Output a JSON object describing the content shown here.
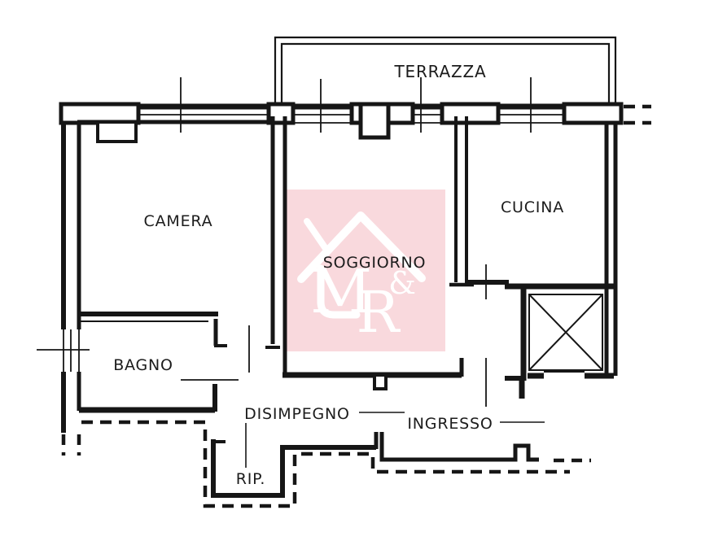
{
  "plan": {
    "type": "apartment-floor-plan",
    "colors": {
      "line": "#161616",
      "background": "#ffffff",
      "watermark_pink": "#f9d9dd",
      "watermark_text": "#ffffff"
    },
    "rooms": {
      "terrazza": {
        "label": "TERRAZZA"
      },
      "camera": {
        "label": "CAMERA"
      },
      "soggiorno": {
        "label": "SOGGIORNO"
      },
      "cucina": {
        "label": "CUCINA"
      },
      "bagno": {
        "label": "BAGNO"
      },
      "disimpegno": {
        "label": "DISIMPEGNO"
      },
      "ingresso": {
        "label": "INGRESSO"
      },
      "ripostiglio": {
        "label": "RIP."
      }
    },
    "watermark": {
      "letter_m": "M",
      "ampersand": "&",
      "letter_r": "R"
    }
  }
}
